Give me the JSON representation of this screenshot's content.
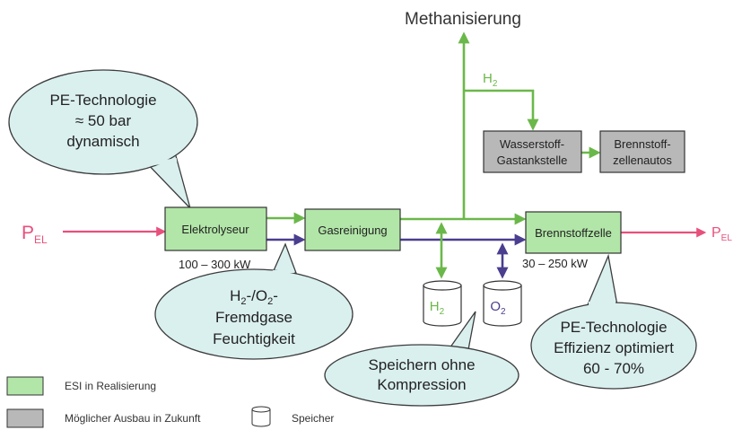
{
  "title_top": "Methanisierung",
  "input_label": {
    "main": "P",
    "sub": "EL"
  },
  "output_label": {
    "main": "P",
    "sub": "EL"
  },
  "h2_branch_label": {
    "main": "H",
    "sub": "2"
  },
  "boxes": {
    "elektrolyseur": "Elektrolyseur",
    "gasreinigung": "Gasreinigung",
    "brennstoffzelle": "Brennstoffzelle",
    "tankstelle": [
      "Wasserstoff-",
      "Gastankstelle"
    ],
    "autos": [
      "Brennstoff-",
      "zellenautos"
    ]
  },
  "power_labels": {
    "elektrolyseur": "100 – 300 kW",
    "brennstoffzelle": "30 – 250  kW"
  },
  "storage": {
    "h2": {
      "main": "H",
      "sub": "2"
    },
    "o2": {
      "main": "O",
      "sub": "2"
    }
  },
  "bubbles": {
    "pe_tech": [
      "PE-Technologie",
      "≈ 50 bar",
      "dynamisch"
    ],
    "fremdgase": {
      "line1_parts": [
        "H",
        "2",
        "-/O",
        "2",
        "-"
      ],
      "line2": "Fremdgase",
      "line3": "Feuchtigkeit"
    },
    "speichern": [
      "Speichern ohne",
      "Kompression"
    ],
    "effizienz": [
      "PE-Technologie",
      "Effizienz optimiert",
      "60 - 70%"
    ]
  },
  "legend": {
    "esi": "ESI in Realisierung",
    "ausbau": "Möglicher Ausbau in Zukunft",
    "speicher": "Speicher"
  },
  "colors": {
    "green_box": "#b2e6a8",
    "green_line": "#6bb84a",
    "grey_box": "#b8b8b8",
    "purple_line": "#4a3e8f",
    "pink_line": "#e8507c",
    "bubble_fill": "#daf0ef",
    "bubble_stroke": "#3c3c3c"
  }
}
